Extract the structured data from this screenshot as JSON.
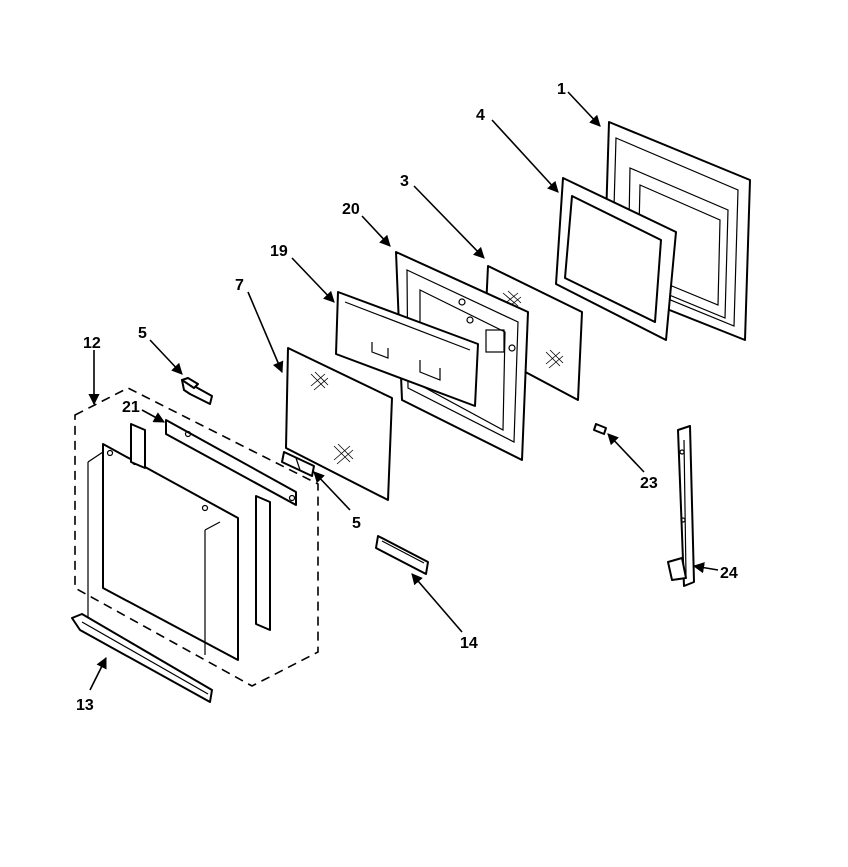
{
  "diagram": {
    "callouts": {
      "c1": "1",
      "c4": "4",
      "c3": "3",
      "c20": "20",
      "c19": "19",
      "c7": "7",
      "c5a": "5",
      "c12": "12",
      "c21": "21",
      "c5b": "5",
      "c23": "23",
      "c24": "24",
      "c14": "14",
      "c13": "13"
    }
  }
}
